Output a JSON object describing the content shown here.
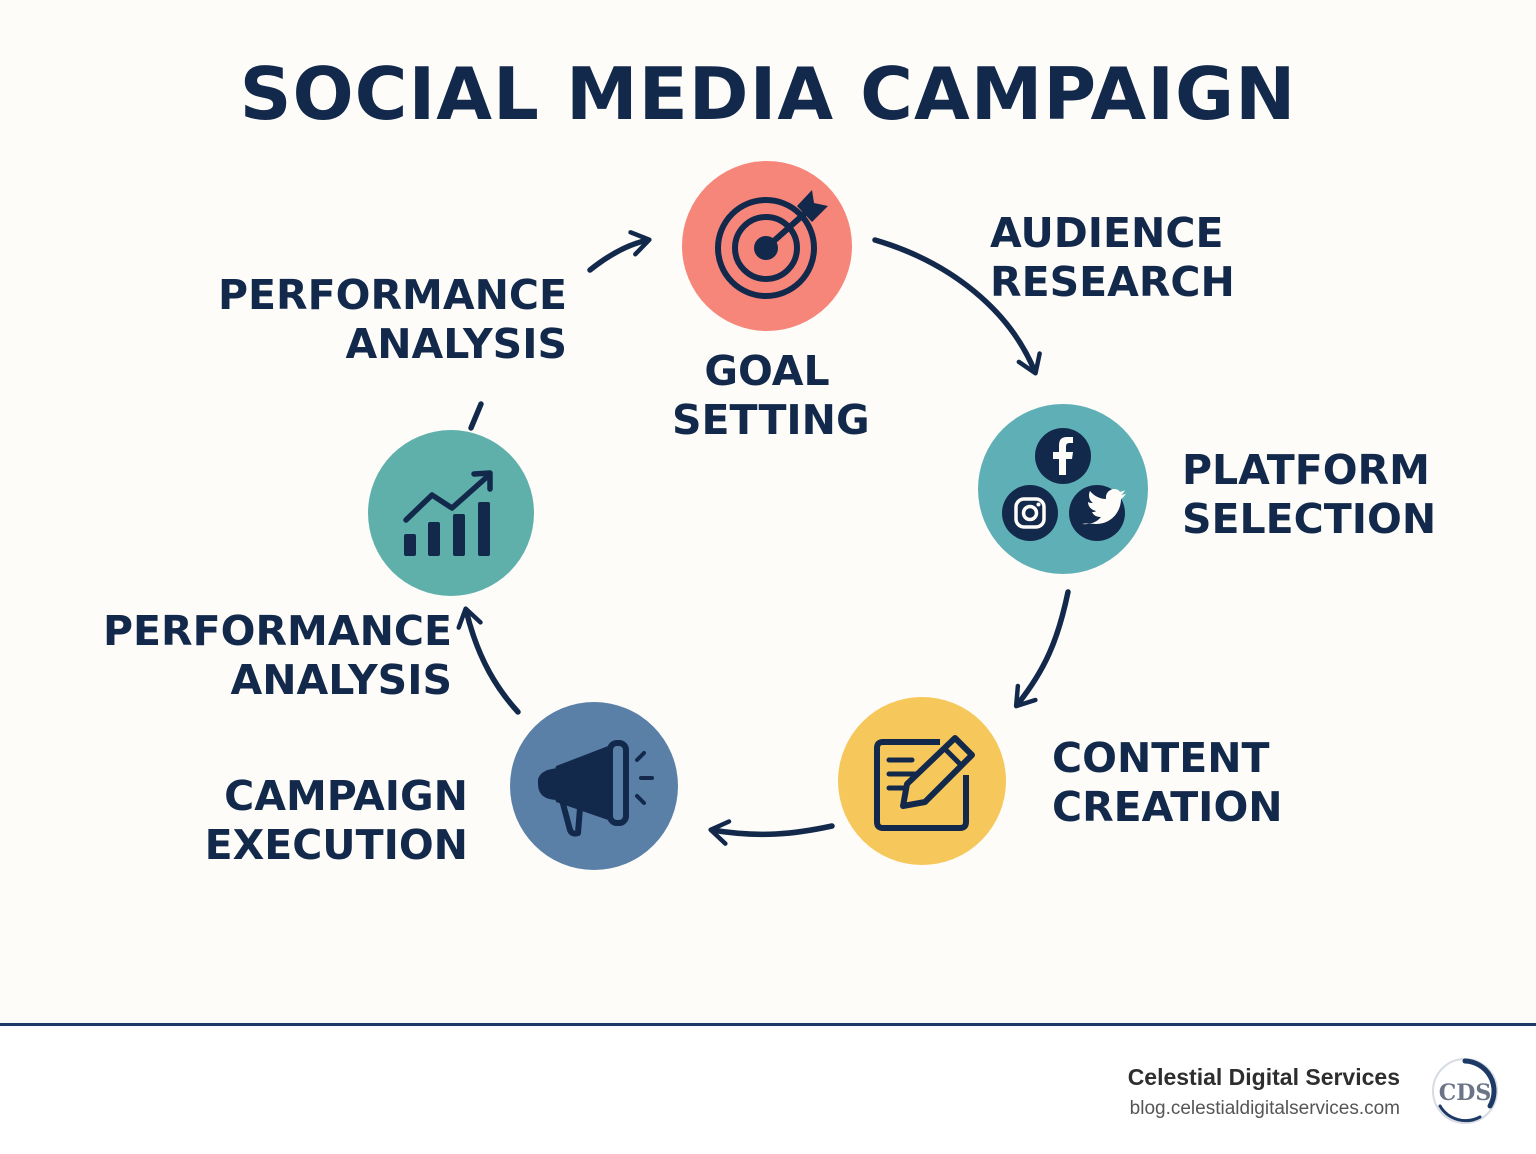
{
  "title": "SOCIAL MEDIA CAMPAIGN",
  "colors": {
    "navy": "#13294b",
    "goal": "#f7867a",
    "platform": "#5fafb6",
    "content": "#f6c75b",
    "execution": "#5b80a8",
    "analysis": "#5fb0ab"
  },
  "steps": [
    {
      "id": "goal",
      "lines": [
        "GOAL",
        "SETTING"
      ],
      "icon": "target-icon"
    },
    {
      "id": "audience",
      "lines": [
        "AUDIENCE",
        "RESEARCH"
      ],
      "icon": null
    },
    {
      "id": "platform",
      "lines": [
        "PLATFORM",
        "SELECTION"
      ],
      "icon": "social-icons"
    },
    {
      "id": "content",
      "lines": [
        "CONTENT",
        "CREATION"
      ],
      "icon": "edit-document-icon"
    },
    {
      "id": "execution",
      "lines": [
        "CAMPAIGN",
        "EXECUTION"
      ],
      "icon": "megaphone-icon"
    },
    {
      "id": "analysis-lower",
      "lines": [
        "PERFORMANCE",
        "ANALYSIS"
      ],
      "icon": "growth-chart-icon"
    },
    {
      "id": "analysis-upper",
      "lines": [
        "PERFORMANCE",
        "ANALYSIS"
      ],
      "icon": null
    }
  ],
  "footer": {
    "brand": "Celestial Digital Services",
    "url": "blog.celestialdigitalservices.com",
    "logo_text": "CDS"
  }
}
